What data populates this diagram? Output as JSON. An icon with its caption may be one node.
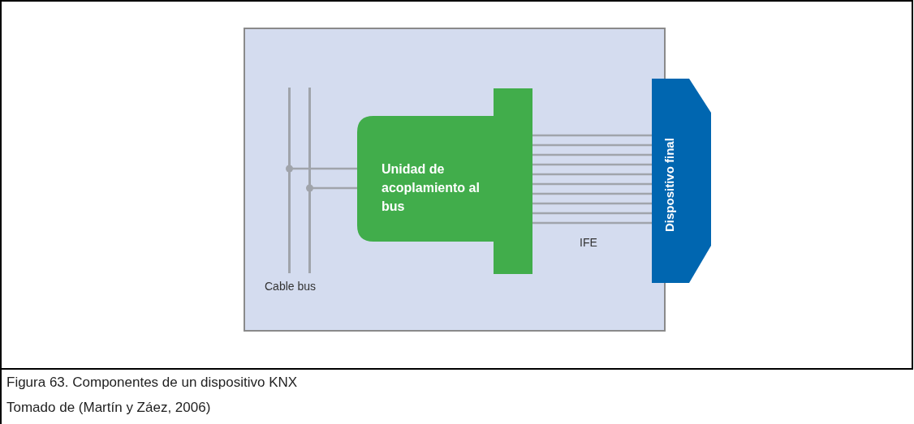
{
  "diagram": {
    "caption": "Figura 63. Componentes de un dispositivo KNX",
    "nodes": [
      {
        "text": [],
        "shape": "bar"
      },
      {
        "text": [],
        "shape": "bar"
      },
      {
        "text": [
          "Unidad de acoplamiento al bus"
        ]
      },
      {
        "text": [
          "Dispositivo final"
        ]
      }
    ],
    "edges": [
      {
        "from": 0,
        "to": 2,
        "arrow": "other"
      },
      {
        "from": 1,
        "to": 2,
        "arrow": "other"
      },
      {
        "from": 2,
        "to": 3,
        "arrow": "none"
      },
      {
        "from": 2,
        "to": 3,
        "arrow": "none"
      },
      {
        "from": 2,
        "to": 3,
        "arrow": "none"
      },
      {
        "from": 2,
        "to": 3,
        "arrow": "none"
      },
      {
        "from": 2,
        "to": 3,
        "arrow": "none"
      },
      {
        "from": 2,
        "to": 3,
        "arrow": "none"
      },
      {
        "from": 2,
        "to": 3,
        "arrow": "none"
      },
      {
        "from": 2,
        "to": 3,
        "arrow": "none"
      },
      {
        "from": 2,
        "to": 3,
        "arrow": "none"
      },
      {
        "from": 2,
        "to": 3,
        "arrow": "none"
      }
    ],
    "labels": [
      "Cable bus",
      "IFE",
      "Tomado de (Martín y Záez, 2006)"
    ]
  }
}
